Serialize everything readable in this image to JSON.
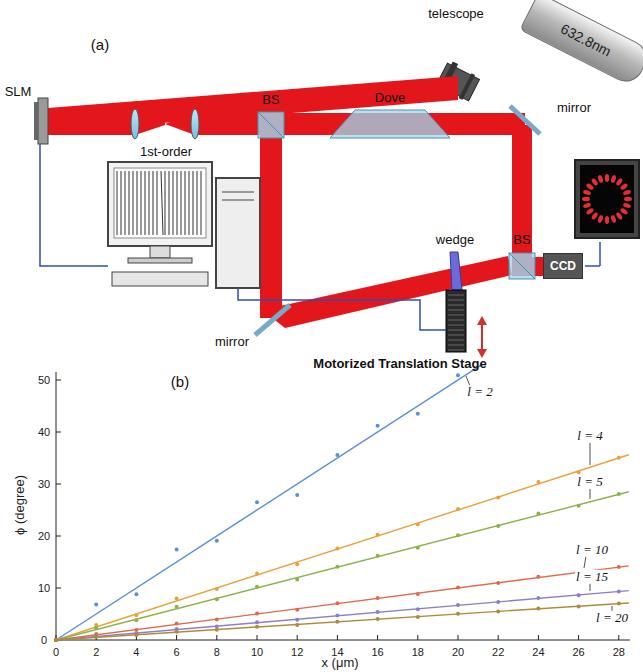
{
  "diagram": {
    "nodes": [
      {
        "text": [
          "632.8nm"
        ]
      },
      {
        "text": [
          "CCD"
        ]
      }
    ],
    "labels": [
      "(a)",
      "telescope",
      "SLM",
      "1st-order",
      "BS",
      "Dove",
      "mirror",
      "wedge",
      "BS",
      "mirror",
      "Motorized Translation Stage",
      "(b)",
      "ϕ (degree)",
      "0",
      "10",
      "20",
      "30",
      "40",
      "50",
      "0",
      "2",
      "4",
      "6",
      "8",
      "10",
      "12",
      "14",
      "16",
      "18",
      "20",
      "22",
      "24",
      "26",
      "28",
      "x (μm)",
      "l = 2",
      "l = 4",
      "l = 5",
      "l = 10",
      "l = 15",
      "l = 20"
    ]
  }
}
